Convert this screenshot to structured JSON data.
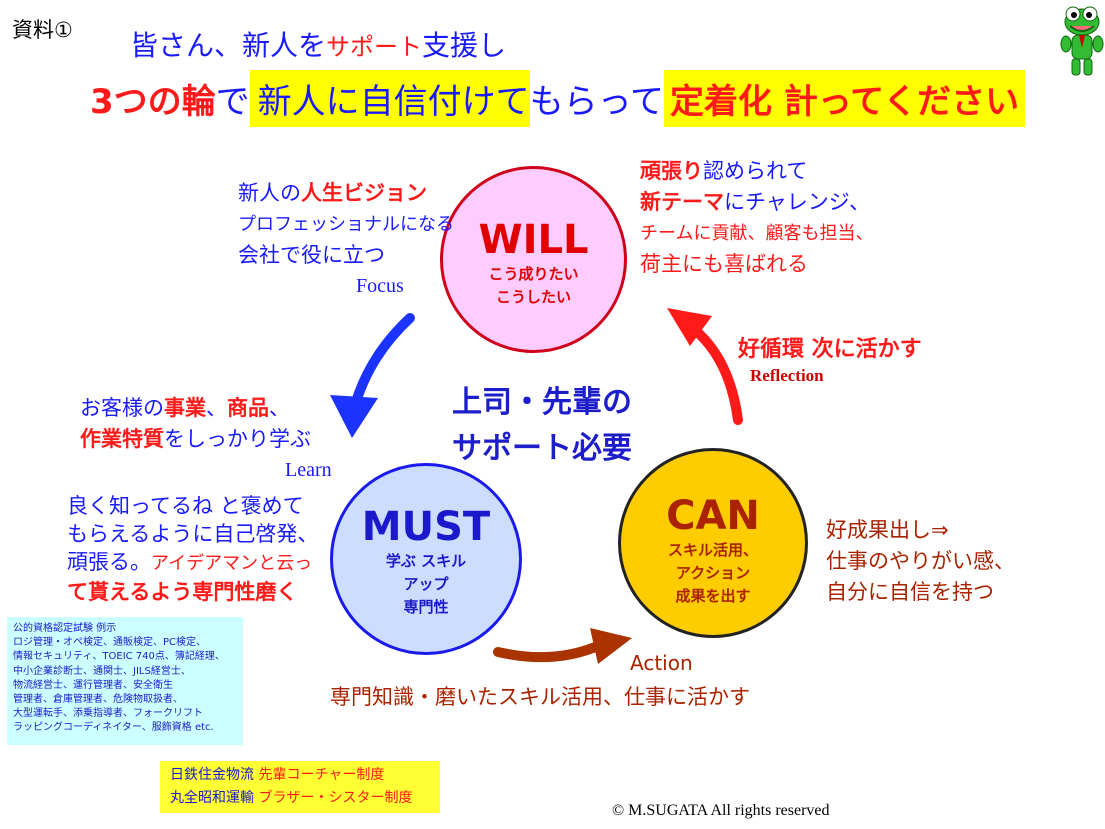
{
  "header": {
    "doc_label": "資料①",
    "line1_a": "皆さん、新人を",
    "line1_b": "サポート",
    "line1_c": "支援し",
    "line2_a": "3つの輪",
    "line2_b": "で ",
    "line2_c": "新人に自信付けて",
    "line2_d": "もらって ",
    "line2_e": "定着化 計ってください"
  },
  "will": {
    "title": "WILL",
    "sub1": "こう成りたい",
    "sub2": "こうしたい"
  },
  "must": {
    "title": "MUST",
    "sub1": "学ぶ スキル",
    "sub2": "アップ",
    "sub3": "専門性"
  },
  "can": {
    "title": "CAN",
    "sub1": "スキル活用、",
    "sub2": "アクション",
    "sub3": "成果を出す"
  },
  "center": {
    "line1": "上司・先輩の",
    "line2": "サポート必要"
  },
  "left_top": {
    "l1a": "新人の",
    "l1b": "人生ビジョン",
    "l2": "プロフェッショナルになる",
    "l3": "会社で役に立つ",
    "focus": "Focus"
  },
  "right_top": {
    "l1a": "頑張り",
    "l1b": "認められて",
    "l2a": "新テーマ",
    "l2b": "にチャレンジ、",
    "l3": "チームに貢献、顧客も担当、",
    "l4": "荷主にも喜ばれる"
  },
  "reflection": {
    "l1": "好循環 次に活かす",
    "l2": "Reflection"
  },
  "learn": {
    "l1a": "お客様の",
    "l1b": "事業",
    "l1c": "、",
    "l1d": "商品",
    "l1e": "、",
    "l2a": "作業特質",
    "l2b": "をしっかり学ぶ",
    "label": "Learn"
  },
  "must_text": {
    "l1": "良く知ってるね と褒めて",
    "l2": "もらえるように自己啓発、",
    "l3a": "頑張る。",
    "l3b": "アイデアマンと云っ",
    "l4": "て貰えるよう専門性磨く"
  },
  "can_text": {
    "l1": "好成果出し⇒",
    "l2": "仕事のやりがい感、",
    "l3": "自分に自信を持つ"
  },
  "action": {
    "label": "Action",
    "caption": "専門知識・磨いたスキル活用、仕事に活かす"
  },
  "qualifications": [
    "公的資格認定試験 例示",
    "ロジ管理・オペ検定、通販検定、PC検定、",
    "情報セキュリティ、TOEIC 740点、簿記経理、",
    "中小企業診断士、通関士、JILS経営士、",
    "物流経営士、運行管理者、安全衛生",
    "管理者、倉庫管理者、危険物取扱者、",
    "大型運転手、添乗指導者、フォークリフト",
    "ラッピングコーディネイター、服飾資格 etc."
  ],
  "companies": [
    {
      "name": "日鉄住金物流 ",
      "program": "先輩コーチャー制度"
    },
    {
      "name": "丸全昭和運輸 ",
      "program": "ブラザー・シスター制度"
    }
  ],
  "copyright": "© M.SUGATA  All rights reserved",
  "colors": {
    "blue": "#1a1aff",
    "red": "#ff1a1a",
    "brown": "#aa3300",
    "highlight": "#ffff00",
    "will_fill": "#ffccff",
    "must_fill": "#ccddff",
    "can_fill": "#ffcc00"
  }
}
